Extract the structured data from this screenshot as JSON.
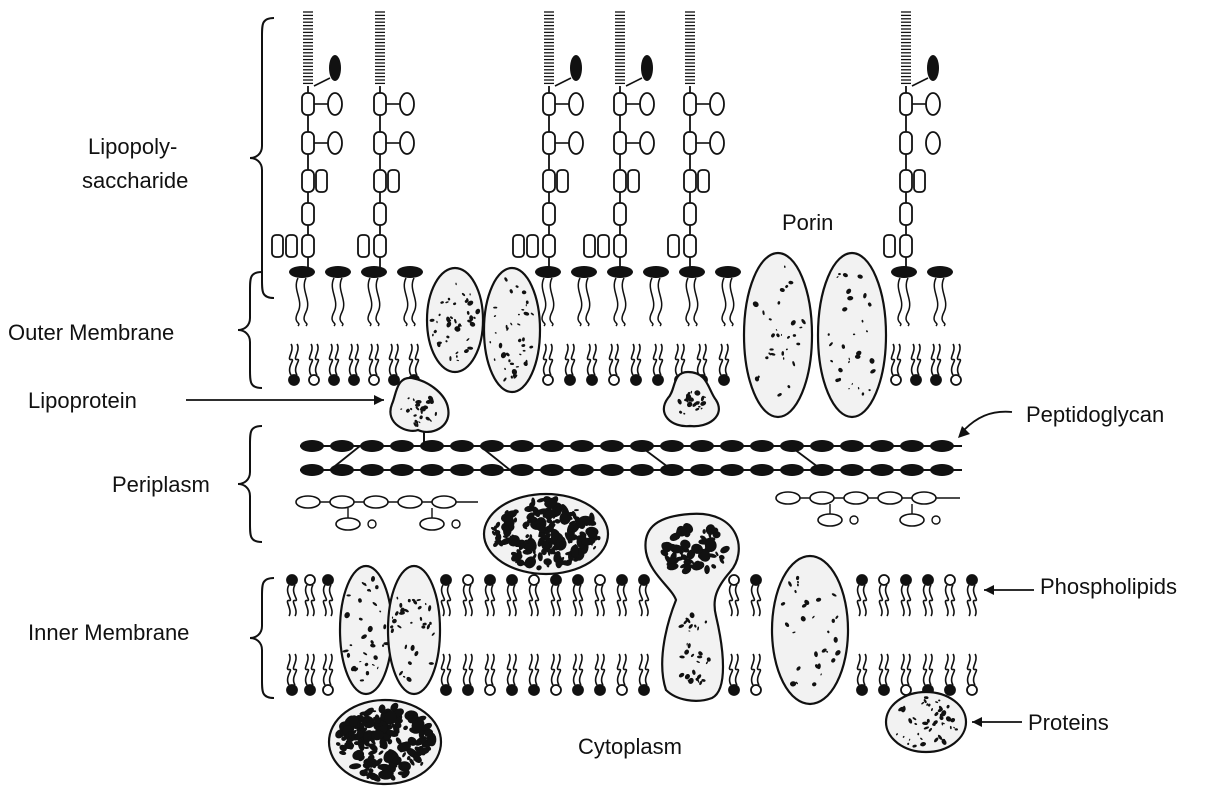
{
  "labels": {
    "lps_line1": "Lipopoly-",
    "lps_line2": "saccharide",
    "outer_membrane": "Outer Membrane",
    "lipoprotein": "Lipoprotein",
    "periplasm": "Periplasm",
    "inner_membrane": "Inner Membrane",
    "porin": "Porin",
    "peptidoglycan": "Peptidoglycan",
    "phospholipids": "Phospholipids",
    "proteins": "Proteins",
    "cytoplasm": "Cytoplasm"
  },
  "colors": {
    "ink": "#111111",
    "paper": "#ffffff",
    "protein_fill": "#f2f2f2"
  }
}
